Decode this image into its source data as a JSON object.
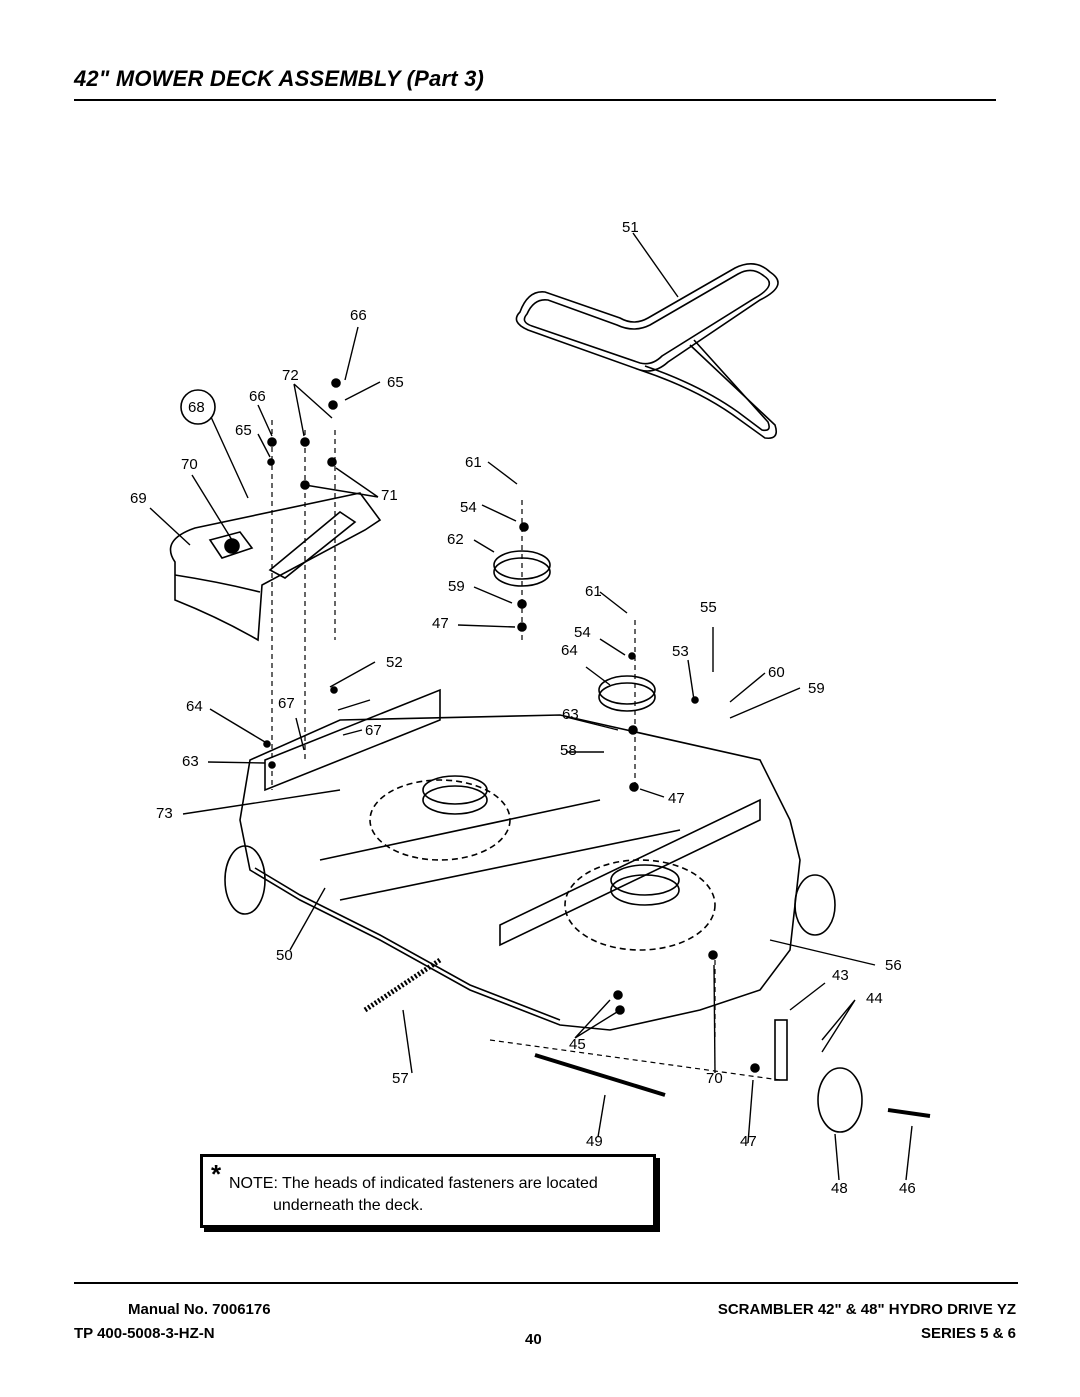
{
  "title": "42\" MOWER DECK ASSEMBLY (Part 3)",
  "callouts": [
    "51",
    "66",
    "72",
    "65",
    "68",
    "66",
    "65",
    "70",
    "71",
    "69",
    "61",
    "54",
    "62",
    "59",
    "61",
    "55",
    "47",
    "54",
    "53",
    "60",
    "64",
    "52",
    "59",
    "63",
    "64",
    "67",
    "67",
    "58",
    "63",
    "47",
    "73",
    "56",
    "50",
    "43",
    "44",
    "45",
    "57",
    "70",
    "49",
    "47",
    "48",
    "46"
  ],
  "note": {
    "star": "*",
    "line1": "NOTE: The heads of indicated fasteners are located",
    "line2": "underneath the deck."
  },
  "footer": {
    "manual_label": "Manual No.  7006176",
    "tp_label": "TP 400-5008-3-HZ-N",
    "page_number": "40",
    "model_label": "SCRAMBLER 42\" & 48\" HYDRO DRIVE YZ",
    "series_label": "SERIES 5 & 6"
  }
}
